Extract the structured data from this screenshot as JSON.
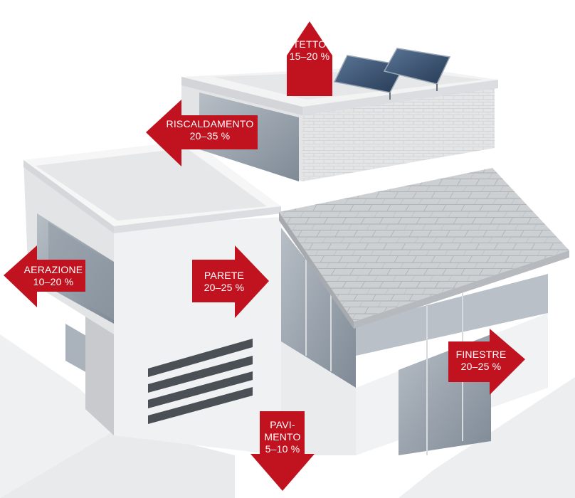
{
  "colors": {
    "arrow": "#c1121f",
    "wall_light": "#f1f1f2",
    "wall_mid": "#e2e3e5",
    "wall_shade": "#cfd1d4",
    "glass": "#9aa3ad",
    "solar_panel": "#35506e",
    "roof_tile": "#c9cbce"
  },
  "arrows": {
    "tetto": {
      "name": "TETTO",
      "value": "15–20 %",
      "direction": "up"
    },
    "riscaldamento": {
      "name": "RISCALDAMENTO",
      "value": "20–35 %",
      "direction": "left"
    },
    "aerazione": {
      "name": "AERAZIONE",
      "value": "10–20 %",
      "direction": "left"
    },
    "parete": {
      "name": "PARETE",
      "value": "20–25 %",
      "direction": "right"
    },
    "finestre": {
      "name": "FINESTRE",
      "value": "20–25 %",
      "direction": "right"
    },
    "pavimento": {
      "name_line1": "PAVI-",
      "name_line2": "MENTO",
      "value": "5–10 %",
      "direction": "down"
    }
  }
}
